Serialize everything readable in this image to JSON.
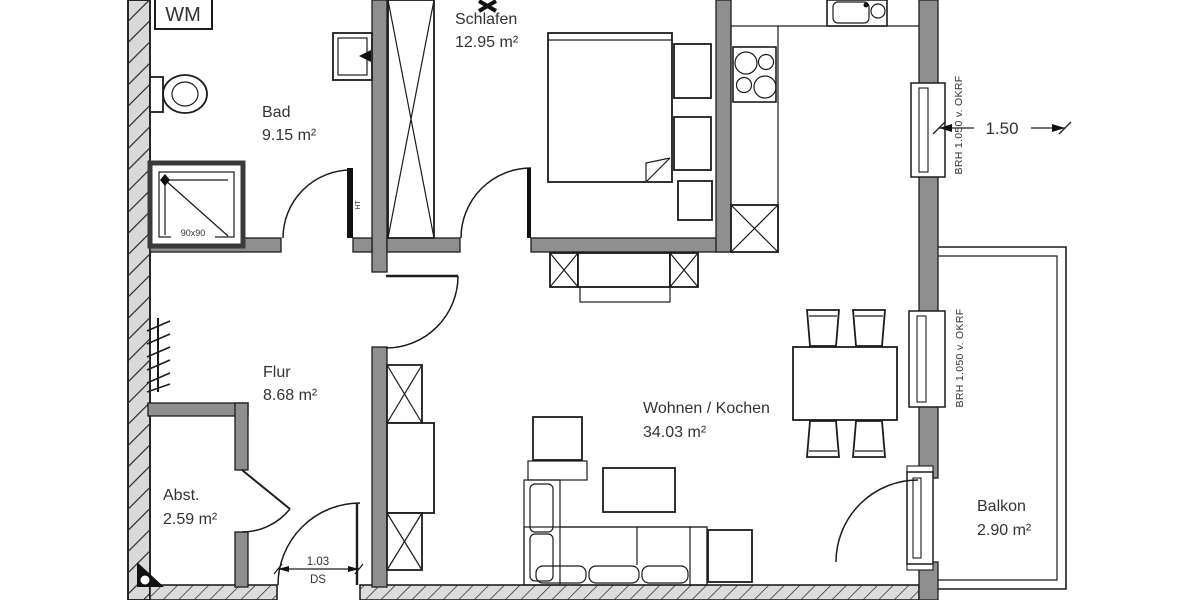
{
  "plan": {
    "rooms": {
      "bad": {
        "name": "Bad",
        "area": "9.15 m²"
      },
      "schlafen": {
        "name": "Schlafen",
        "area": "12.95 m²"
      },
      "flur": {
        "name": "Flur",
        "area": "8.68 m²"
      },
      "abst": {
        "name": "Abst.",
        "area": "2.59 m²"
      },
      "wohnen": {
        "name": "Wohnen / Kochen",
        "area": "34.03 m²"
      },
      "balkon": {
        "name": "Balkon",
        "area": "2.90 m²"
      }
    },
    "labels": {
      "washing_machine": "WM",
      "shower_size": "90x90",
      "duct": "HT"
    },
    "dimensions": {
      "window_width": "1.50",
      "entry_door_width": "1.03",
      "entry_door_type": "DS",
      "sill_height_top": "BRH 1.050 v. OKRF",
      "sill_height_mid": "BRH 1.050 v. OKRF"
    },
    "colors": {
      "wall": "#8f8f8f",
      "hatch_fill": "#d9d9d9",
      "line": "#1c1c1c",
      "text": "#333333",
      "background": "#ffffff"
    }
  }
}
